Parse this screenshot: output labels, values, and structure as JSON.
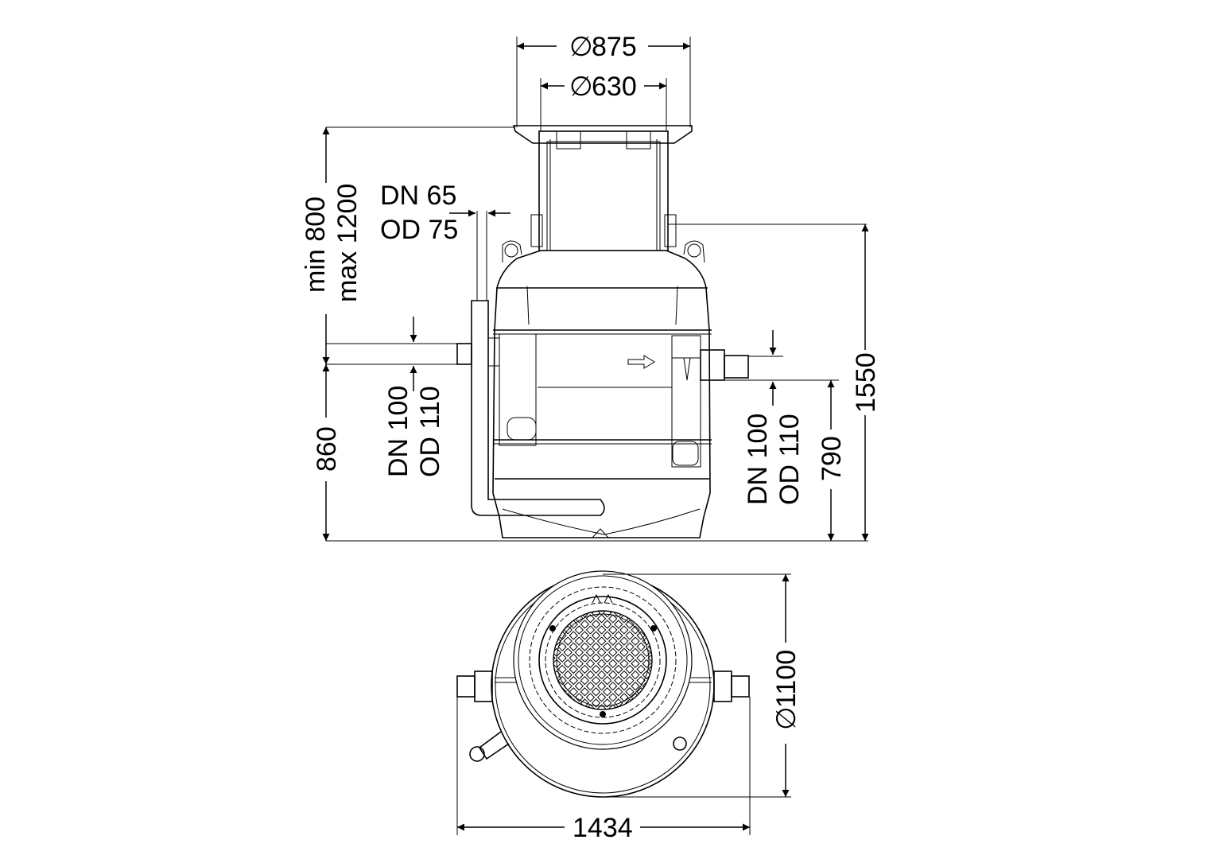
{
  "drawing": {
    "side_view": {
      "top_frame_diameter": "875",
      "shaft_diameter": "630",
      "diameter_symbol": "∅",
      "cover_height_min": "min 800",
      "cover_height_max": "max 1200",
      "inlet_height": "860",
      "total_height": "1550",
      "outlet_height": "790",
      "vent_pipe": {
        "dn": "DN 65",
        "od": "OD 75"
      },
      "inlet_pipe": {
        "dn": "DN 100",
        "od": "OD 110"
      },
      "outlet_pipe": {
        "dn": "DN 100",
        "od": "OD 110"
      }
    },
    "top_view": {
      "body_diameter": "1100",
      "overall_width": "1434"
    }
  }
}
